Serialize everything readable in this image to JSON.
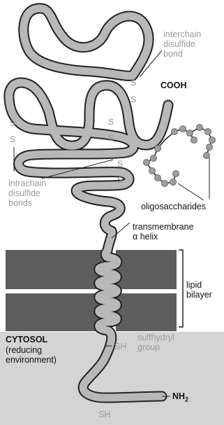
{
  "labels": {
    "interchain": "interchain\ndisulfide\nbond",
    "cooh": "COOH",
    "intrachain": "intrachain\ndisulfide\nbonds",
    "oligosaccharides": "oligosaccharides",
    "transmembrane": "transmembrane\nα helix",
    "lipid_bilayer": "lipid\nbilayer",
    "cytosol": "CYTOSOL",
    "reducing": "(reducing\nenvironment)",
    "sh_upper": "SH",
    "sulfhydryl": "sulfhydryl\ngroup",
    "nh2_base": "NH",
    "nh2_sub": "2",
    "sh_lower": "SH",
    "s": "S"
  },
  "colors": {
    "protein_fill": "#b8b8b8",
    "protein_outline": "#222222",
    "bilayer": "#5e5e5e",
    "cytosol": "#d4d4d4",
    "sugar": "#9e9e9e",
    "gray_text": "#9a9a9a"
  }
}
